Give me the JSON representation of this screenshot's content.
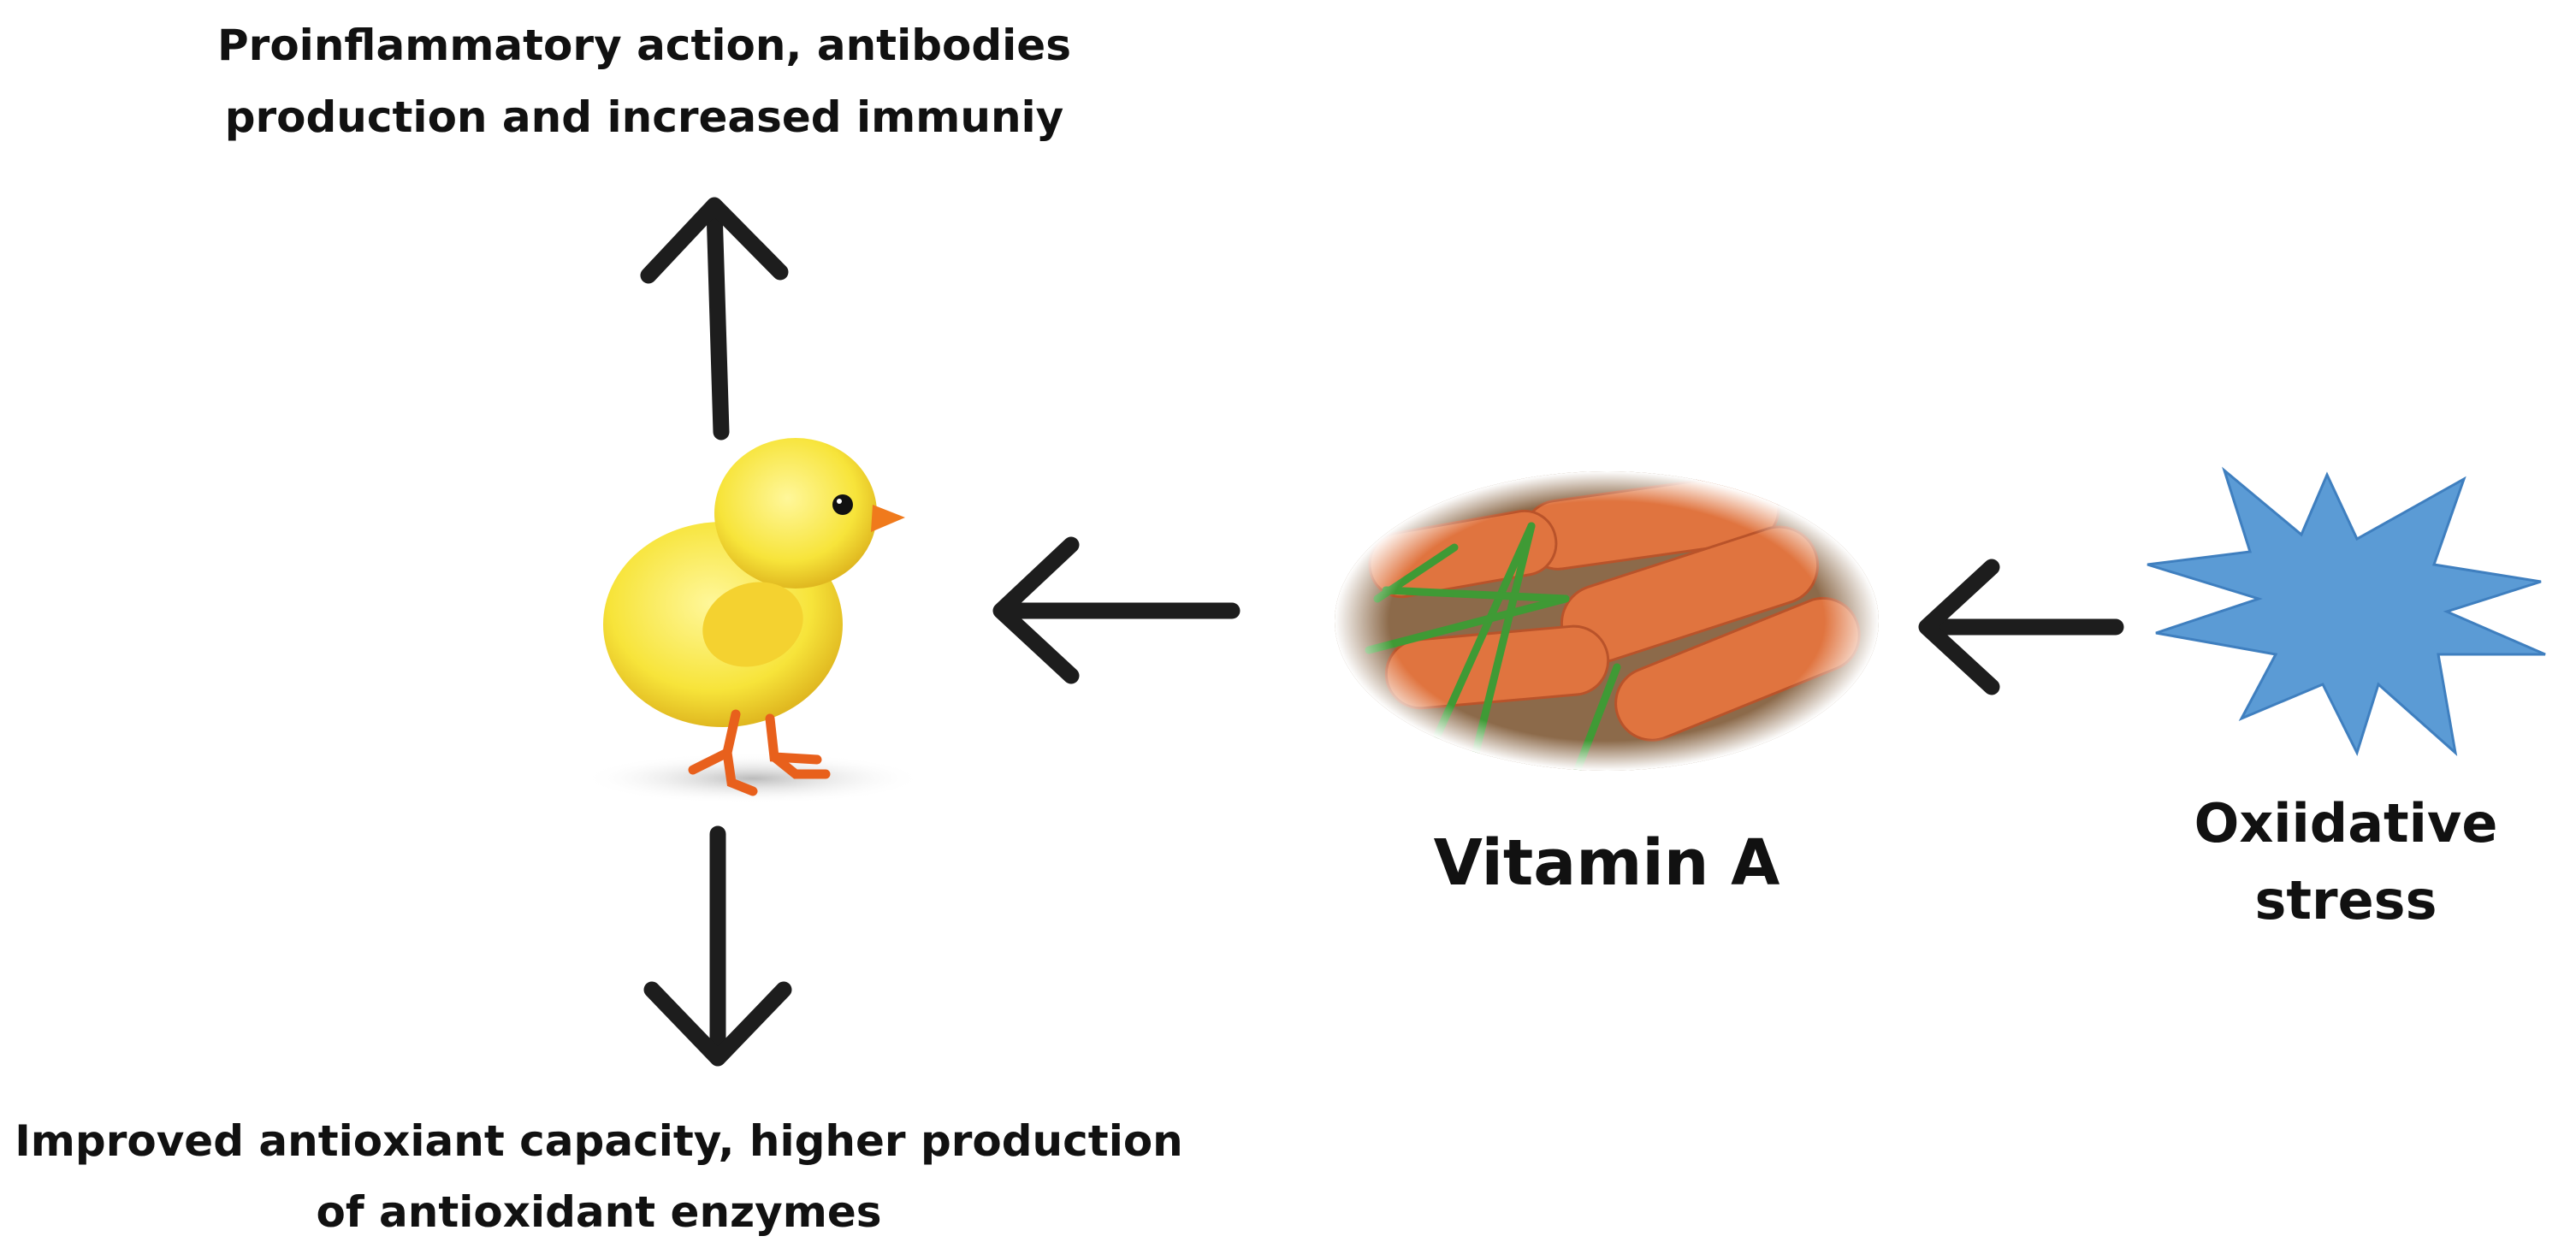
{
  "labels": {
    "top_line1": "Proinflammatory action, antibodies",
    "top_line2": "production and increased immuniy",
    "bottom_line1": "Improved antioxiant capacity, higher production",
    "bottom_line2": "of antioxidant enzymes",
    "vitamin": "Vitamin A",
    "stress_line1": "Oxiidative",
    "stress_line2": "stress"
  },
  "colors": {
    "star": "#5b9bd5",
    "chick": "#f7e43a",
    "carrot": "#e0743f",
    "arrow": "#1d1d1d"
  }
}
